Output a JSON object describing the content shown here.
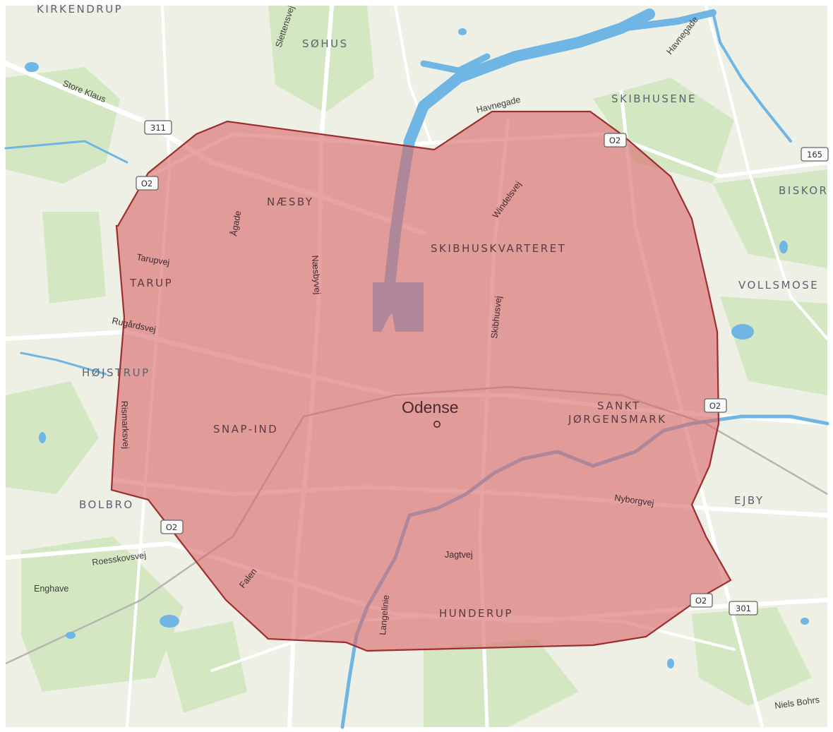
{
  "colors": {
    "land": "#eef0e6",
    "park": "#d3e8c2",
    "water": "#6fb6e4",
    "road": "#ffffff",
    "overlay_fill": "#d9696a",
    "overlay_stroke": "#9e2d2d"
  },
  "city": {
    "name": "Odense",
    "marker_icon": "city-center-marker-icon"
  },
  "service_area": {
    "label": ""
  },
  "area_labels": {
    "kirkendrup": "KIRKENDRUP",
    "sohus": "SØHUS",
    "skibhusene": "SKIBHUSENE",
    "biskorup": "BISKOR",
    "naesby": "NÆSBY",
    "skibhuskvarteret": "SKIBHUSKVARTERET",
    "tarup": "TARUP",
    "vollsmose": "VOLLSMOSE",
    "hojstrup": "HØJSTRUP",
    "snap_ind": "SNAP-IND",
    "sankt": "SANKT",
    "jorgensmark": "JØRGENSMARK",
    "bolbro": "BOLBRO",
    "ejby": "EJBY",
    "hunderup": "HUNDERUP"
  },
  "street_labels": {
    "slettensvej": "Slettensvej",
    "store_klaus": "Store Klaus",
    "havnegade_top": "Havnegade",
    "havnegade": "Havnegade",
    "windelsvej": "Windelsvej",
    "agade": "Ågade",
    "tarupvej": "Tarupvej",
    "naesbyvej": "Næsbyvej",
    "skibhusvej": "Skibhusvej",
    "rugardsvej": "Rugårdsvej",
    "rismarksvej": "Rismarksvej",
    "nyborgvej": "Nyborgvej",
    "roesskovsvej": "Roesskovsvej",
    "enghave": "Enghave",
    "falen": "Falen",
    "jagtvej": "Jagtvej",
    "langelinie": "Langelinie",
    "niels_bohrs": "Niels Bohrs"
  },
  "road_shields": {
    "r311": "311",
    "r02_a": "O2",
    "r02_b": "O2",
    "r165": "165",
    "r02_c": "O2",
    "r02_d": "O2",
    "r02_e": "O2",
    "r301": "301"
  }
}
